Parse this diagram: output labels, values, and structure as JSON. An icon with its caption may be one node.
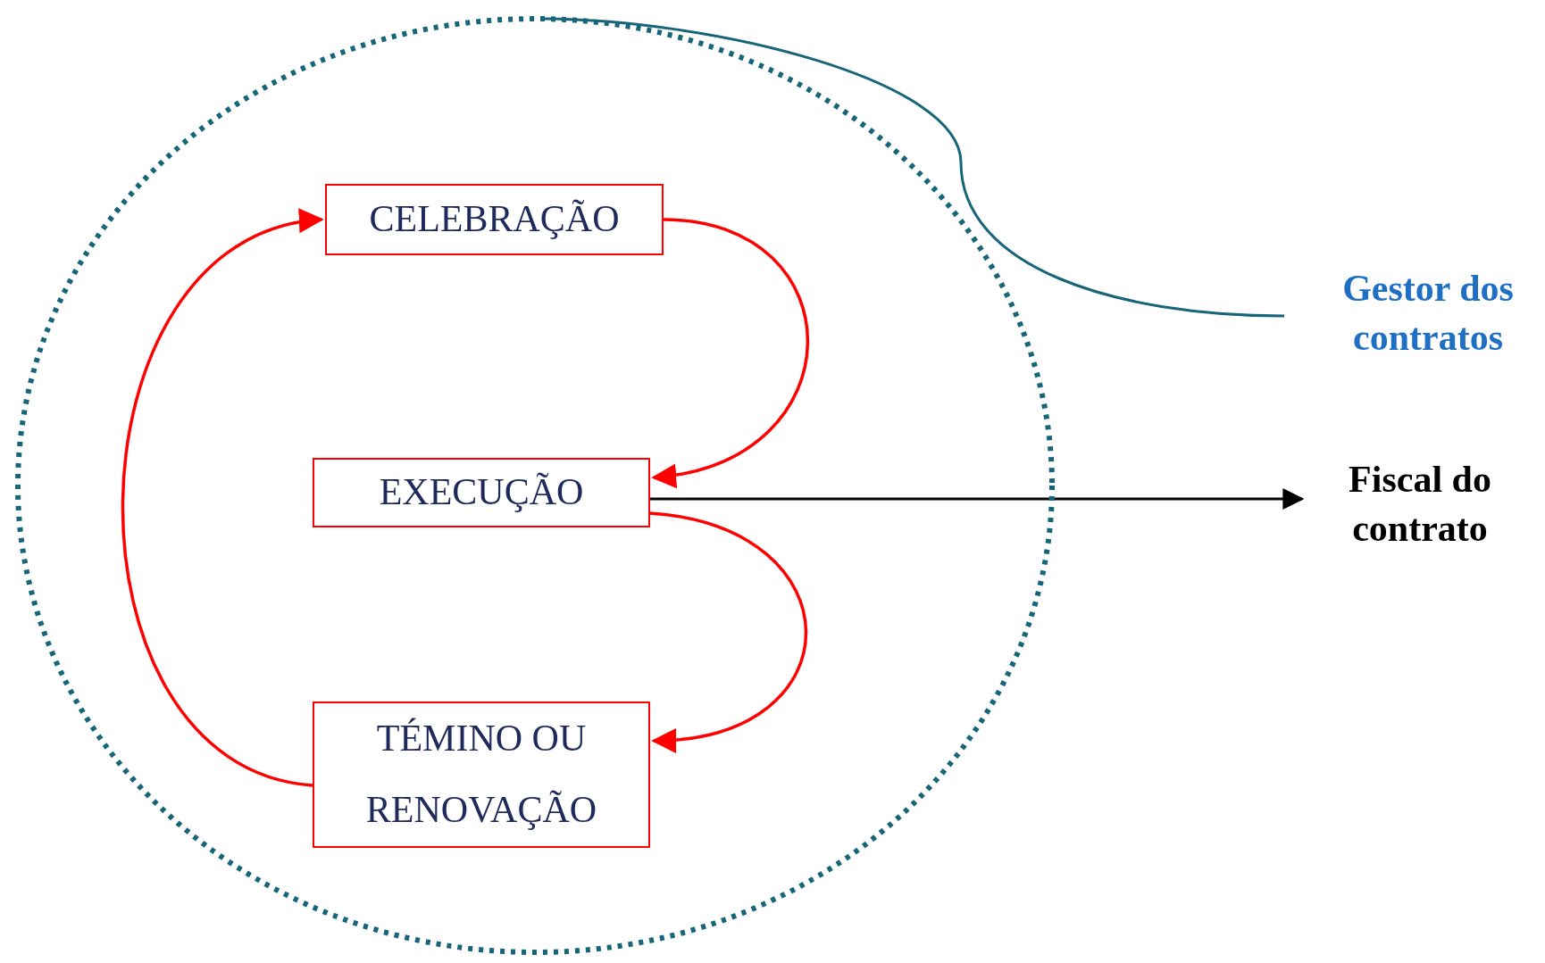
{
  "diagram": {
    "nodes": [
      {
        "text": [],
        "shape": "circle"
      },
      {
        "text": [
          "CELEBRAÇÃO"
        ],
        "in": 0
      },
      {
        "text": [
          "EXECUÇÃO"
        ],
        "in": 0
      },
      {
        "text": [
          "TÉMINO OU RENOVAÇÃO"
        ],
        "in": 0
      },
      {
        "text": [
          "Gestor dos contratos"
        ]
      },
      {
        "text": [
          "Fiscal do contrato"
        ]
      }
    ],
    "edges": [
      {
        "from": 1,
        "to": 2,
        "arrow": "to"
      },
      {
        "from": 2,
        "to": 3,
        "arrow": "to"
      },
      {
        "from": 3,
        "to": 1,
        "arrow": "to"
      },
      {
        "from": 2,
        "to": 5,
        "arrow": "to",
        "color": "#000000"
      },
      {
        "from": 4,
        "to": 0,
        "arrow": "none",
        "color": "#176579"
      }
    ]
  }
}
